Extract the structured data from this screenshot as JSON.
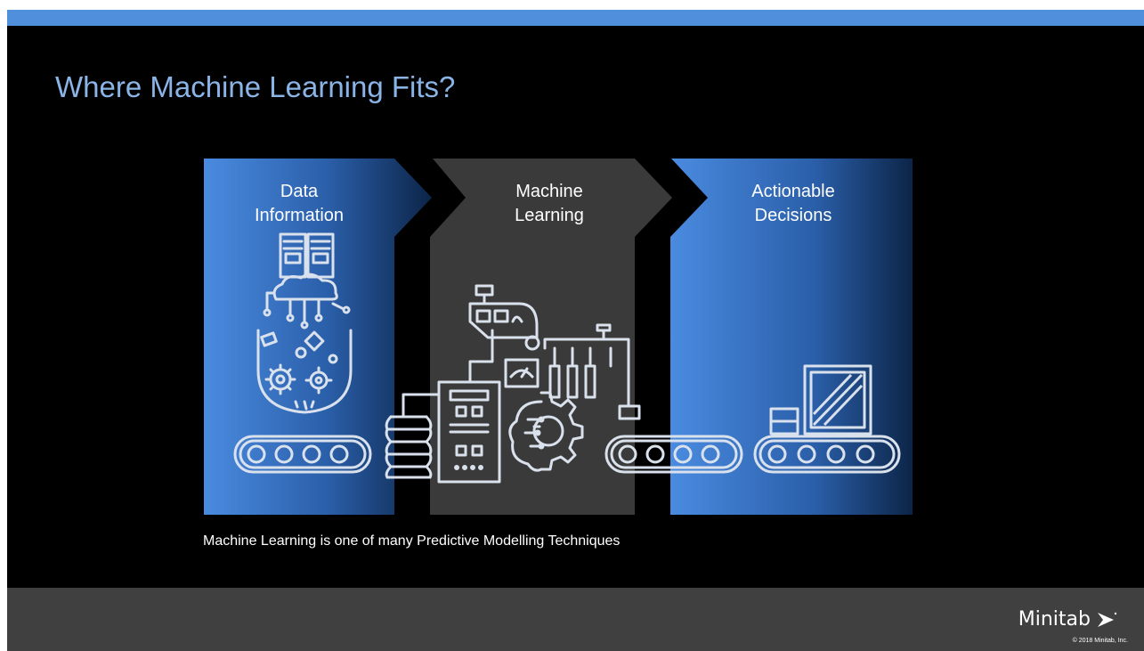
{
  "slide": {
    "title": "Where Machine Learning Fits?",
    "caption": "Machine Learning is one of many Predictive Modelling Techniques"
  },
  "stages": [
    {
      "line1": "Data",
      "line2": "Information",
      "icon": "data-cloud-processing-icon"
    },
    {
      "line1": "Machine",
      "line2": "Learning",
      "icon": "machine-brain-gear-icon"
    },
    {
      "line1": "Actionable",
      "line2": "Decisions",
      "icon": "crate-on-conveyor-icon"
    }
  ],
  "footer": {
    "brand": "Minitab",
    "copyright": "© 2018 Minitab, Inc.",
    "logo_icon": "minitab-sigma-logo-icon"
  },
  "colors": {
    "top_bar": "#4f8fdb",
    "title": "#8ab4e6",
    "stage_blue_light": "#4a8be0",
    "stage_blue_dark": "#0c2548",
    "stage_gray": "#3a3a3a",
    "footer": "#404040",
    "icon_line": "#d9e1ec"
  }
}
